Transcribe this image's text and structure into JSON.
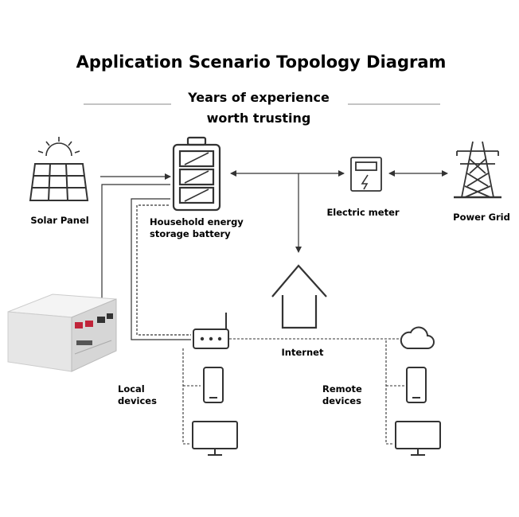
{
  "title": "Application Scenario Topology Diagram",
  "subtitle_line1": "Years of experience",
  "subtitle_line2": "worth trusting",
  "nodes": {
    "solar_panel": "Solar Panel",
    "battery_line1": "Household energy",
    "battery_line2": "storage battery",
    "electric_meter": "Electric meter",
    "power_grid": "Power Grid",
    "internet": "Internet",
    "local_line1": "Local",
    "local_line2": "devices",
    "remote_line1": "Remote",
    "remote_line2": "devices"
  },
  "colors": {
    "line": "#333333",
    "icon": "#2f2f2f",
    "terminal_red": "#c0243a",
    "cabinet": "#eeeeee"
  },
  "icons": [
    "sun-icon",
    "solar-panel-icon",
    "battery-icon",
    "electric-meter-icon",
    "transmission-tower-icon",
    "house-icon",
    "router-icon",
    "cloud-icon",
    "smartphone-icon",
    "monitor-icon"
  ]
}
